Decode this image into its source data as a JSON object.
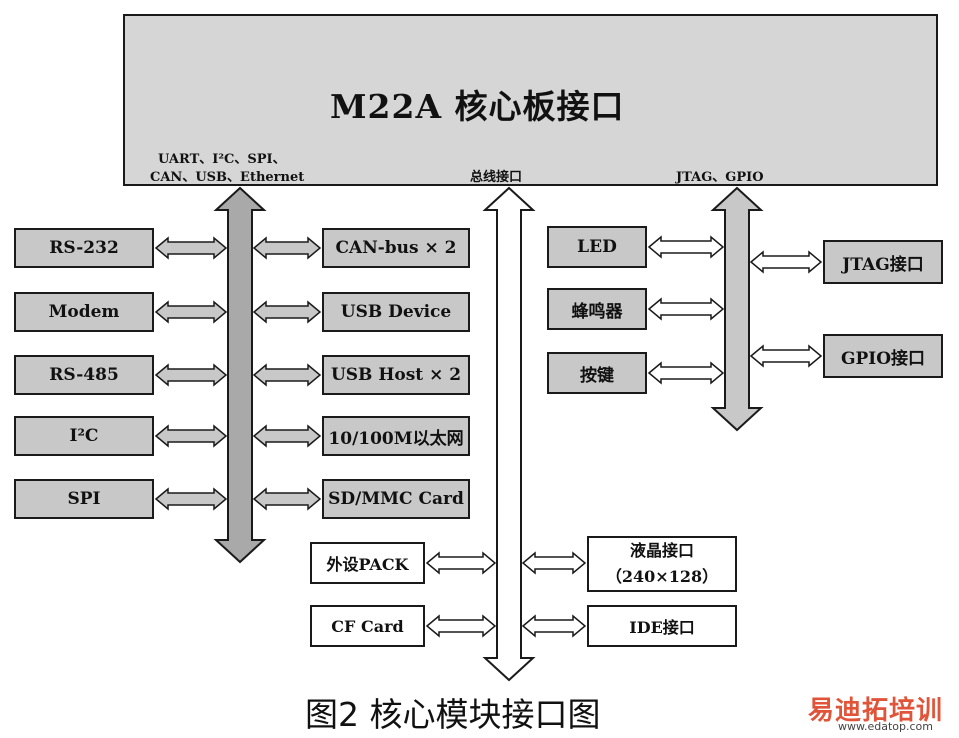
{
  "main_module": {
    "title": "M22A 核心板接口",
    "left_bus_line1": "UART、I²C、SPI、",
    "left_bus_line2": "CAN、USB、Ethernet",
    "center_bus": "总线接口",
    "right_bus": "JTAG、GPIO"
  },
  "left_column": [
    "RS-232",
    "Modem",
    "RS-485",
    "I²C",
    "SPI"
  ],
  "middle_column": [
    "CAN-bus × 2",
    "USB Device",
    "USB Host × 2",
    "10/100M以太网",
    "SD/MMC Card"
  ],
  "right_inner_column": [
    "LED",
    "蜂鸣器",
    "按键"
  ],
  "right_outer_column": [
    "JTAG接口",
    "GPIO接口"
  ],
  "bus_left_column": [
    "外设PACK",
    "CF Card"
  ],
  "bus_right_column": [
    {
      "line1": "液晶接口",
      "line2": "（240×128）"
    },
    {
      "line1": "IDE接口",
      "line2": ""
    }
  ],
  "caption": "图2 核心模块接口图",
  "watermark": {
    "brand": "易迪拓培训",
    "url": "www.edatop.com"
  },
  "colors": {
    "module_fill": "#d6d6d6",
    "box_fill": "#c8c8c8",
    "bus_fill": "#a9a9a9",
    "outline": "#1a1a1a",
    "watermark": "#e0553a"
  }
}
